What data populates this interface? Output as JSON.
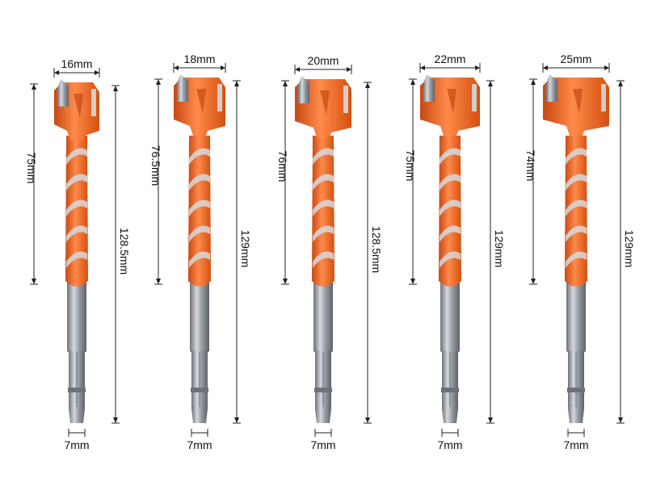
{
  "colors": {
    "orange": "#f2621f",
    "orange_dark": "#c84812",
    "orange_light": "#ff8a4a",
    "steel": "#9a9fa6",
    "steel_dark": "#6d7278",
    "steel_light": "#d6d9dd",
    "dim_line": "#222222"
  },
  "bits": [
    {
      "diameter": "16mm",
      "head_length": "75mm",
      "total_length": "128.5mm",
      "shank": "7mm"
    },
    {
      "diameter": "18mm",
      "head_length": "76.5mm",
      "total_length": "129mm",
      "shank": "7mm"
    },
    {
      "diameter": "20mm",
      "head_length": "76mm",
      "total_length": "128.5mm",
      "shank": "7mm"
    },
    {
      "diameter": "22mm",
      "head_length": "75mm",
      "total_length": "129mm",
      "shank": "7mm"
    },
    {
      "diameter": "25mm",
      "head_length": "74mm",
      "total_length": "129mm",
      "shank": "7mm"
    }
  ]
}
